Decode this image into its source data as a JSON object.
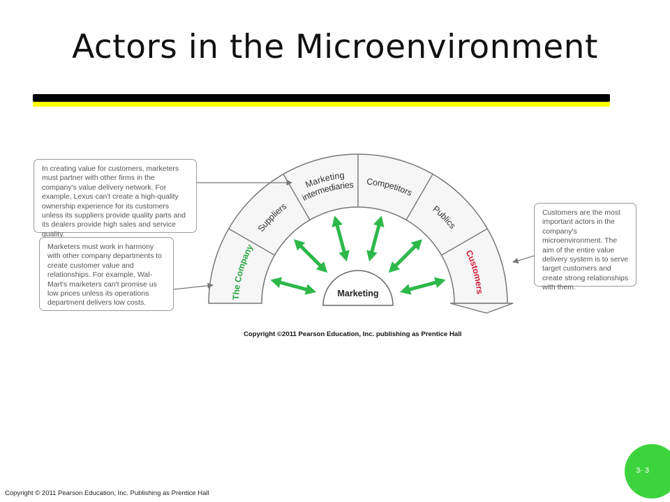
{
  "slide": {
    "title": "Actors in the Microenvironment",
    "page_number": "3- 3",
    "footer": "Copyright © 2011 Pearson Education, Inc. Publishing as Prentice Hall"
  },
  "diagram": {
    "segments": [
      "The Company",
      "Suppliers",
      "Marketing intermediaries",
      "Competitors",
      "Publics",
      "Customers"
    ],
    "marketing_label": "Marketing",
    "copyright": "Copyright ©2011 Pearson Education, Inc. publishing as Prentice Hall",
    "notes": {
      "suppliers_note": "In creating value for customers, marketers must partner with other firms in the company's value delivery network. For example, Lexus can't create a high-quality ownership experience for its customers unless its suppliers provide quality parts and its dealers provide high sales and service quality.",
      "company_note": "Marketers must work in harmony with other company departments to create customer value and relationships. For example, Wal-Mart's marketers can't promise us low prices unless its operations department delivers low costs.",
      "customers_note": "Customers are the most important actors in the company's microenvironment. The aim of the entire value delivery system is to serve target customers and create strong relationships with them."
    },
    "colors": {
      "arrow": "#2db84a",
      "customers": "#d21f3c",
      "company": "#2aa845",
      "accent_bar": "#ffff00"
    }
  }
}
